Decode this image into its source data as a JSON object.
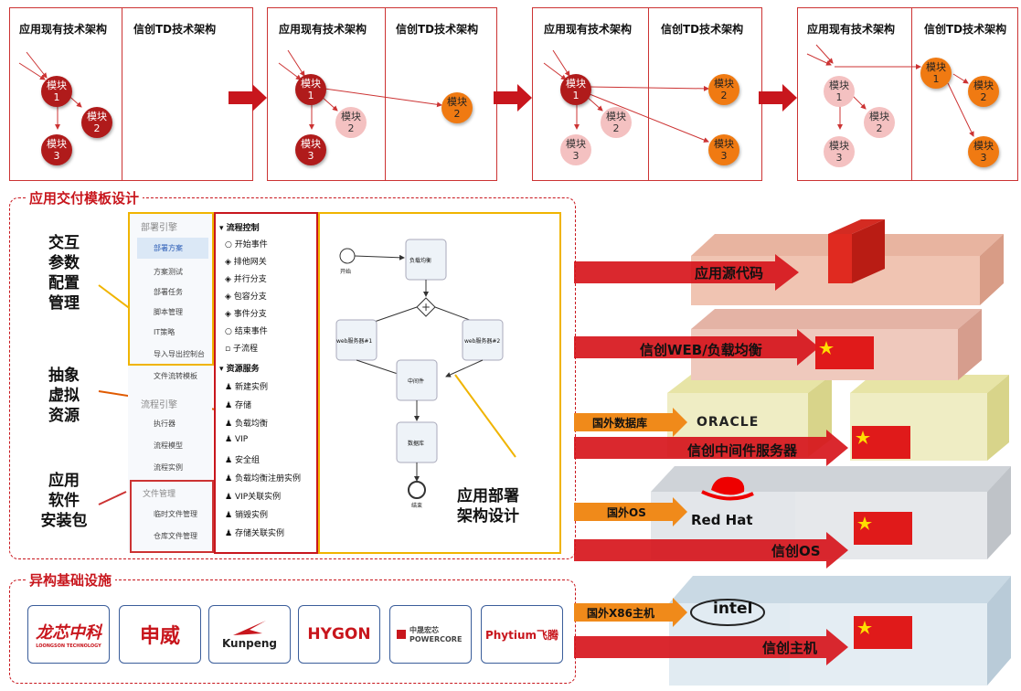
{
  "stages": [
    {
      "left_header": "应用现有技术架构",
      "right_header": "信创TD技术架构",
      "modules": [
        {
          "name": "模块",
          "num": "1",
          "style": "red"
        },
        {
          "name": "模块",
          "num": "2",
          "style": "red"
        },
        {
          "name": "模块",
          "num": "3",
          "style": "red"
        }
      ]
    },
    {
      "left_header": "应用现有技术架构",
      "right_header": "信创TD技术架构",
      "modules": [
        {
          "name": "模块",
          "num": "1",
          "style": "red"
        },
        {
          "name": "模块",
          "num": "2",
          "style": "pink"
        },
        {
          "name": "模块",
          "num": "3",
          "style": "red"
        },
        {
          "name": "模块",
          "num": "2",
          "style": "orange"
        }
      ]
    },
    {
      "left_header": "应用现有技术架构",
      "right_header": "信创TD技术架构",
      "modules": [
        {
          "name": "模块",
          "num": "1",
          "style": "red"
        },
        {
          "name": "模块",
          "num": "2",
          "style": "pink"
        },
        {
          "name": "模块",
          "num": "3",
          "style": "pink"
        },
        {
          "name": "模块",
          "num": "2",
          "style": "orange"
        },
        {
          "name": "模块",
          "num": "3",
          "style": "orange"
        }
      ]
    },
    {
      "left_header": "应用现有技术架构",
      "right_header": "信创TD技术架构",
      "modules": [
        {
          "name": "模块",
          "num": "1",
          "style": "pink"
        },
        {
          "name": "模块",
          "num": "2",
          "style": "pink"
        },
        {
          "name": "模块",
          "num": "3",
          "style": "pink"
        },
        {
          "name": "模块",
          "num": "1",
          "style": "orange"
        },
        {
          "name": "模块",
          "num": "2",
          "style": "orange"
        },
        {
          "name": "模块",
          "num": "3",
          "style": "orange"
        }
      ]
    }
  ],
  "delivery_section": {
    "title": "应用交付模板设计",
    "labels": [
      "交互\n参数\n配置\n管理",
      "抽象\n虚拟\n资源",
      "应用\n软件\n安装包"
    ],
    "menu_groups": [
      {
        "header": "部署引擎",
        "items": [
          "部署方案",
          "方案测试",
          "部署任务",
          "脚本管理",
          "IT策略",
          "导入导出控制台",
          "文件流转模板"
        ]
      },
      {
        "header": "流程引擎",
        "items": [
          "执行器",
          "流程模型",
          "流程实例"
        ]
      },
      {
        "header": "文件管理",
        "items": [
          "临时文件管理",
          "仓库文件管理"
        ]
      }
    ],
    "flow_control": {
      "header": "流程控制",
      "items": [
        "开始事件",
        "排他网关",
        "并行分支",
        "包容分支",
        "事件分支",
        "结束事件",
        "子流程"
      ]
    },
    "resource_service": {
      "header": "资源服务",
      "items": [
        "新建实例",
        "存储",
        "负载均衡",
        "VIP",
        "安全组",
        "负载均衡注册实例",
        "VIP关联实例",
        "销毁实例",
        "存储关联实例"
      ]
    },
    "flow_nodes": {
      "start": "开始",
      "lb": "负载均衡",
      "web1": "web服务器#1",
      "web2": "web服务器#2",
      "middleware": "中间件",
      "db": "数据库",
      "end": "结束"
    },
    "design_label": "应用部署\n架构设计"
  },
  "infra_section": {
    "title": "异构基础设施",
    "vendors": [
      "龙芯中科",
      "申威",
      "Kunpeng",
      "HYGON",
      "中晟宏芯 POWERCORE",
      "Phytium飞腾"
    ],
    "vendor_sub": "LOONGSON TECHNOLOGY"
  },
  "stack": {
    "source_code": "应用源代码",
    "web_lb": "信创WEB/负载均衡",
    "foreign_db": "国外数据库",
    "oracle": "ORACLE",
    "middleware": "信创中间件服务器",
    "foreign_os": "国外OS",
    "redhat": "Red Hat",
    "xc_os": "信创OS",
    "foreign_x86": "国外X86主机",
    "intel": "intel",
    "xc_host": "信创主机"
  }
}
